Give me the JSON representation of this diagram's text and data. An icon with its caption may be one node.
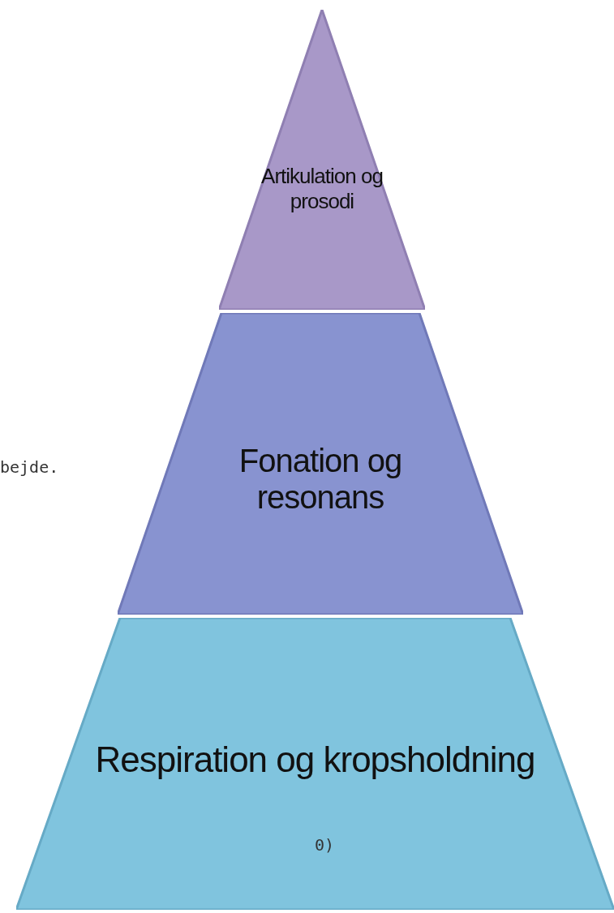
{
  "diagram": {
    "nodes": [
      {
        "text": [
          "Artikulation og prosodi"
        ]
      },
      {
        "text": [
          "Fonation og resonans"
        ]
      },
      {
        "text": [
          "Respiration og kropsholdning"
        ]
      }
    ],
    "labels": [
      "bejde.",
      "0)"
    ]
  }
}
